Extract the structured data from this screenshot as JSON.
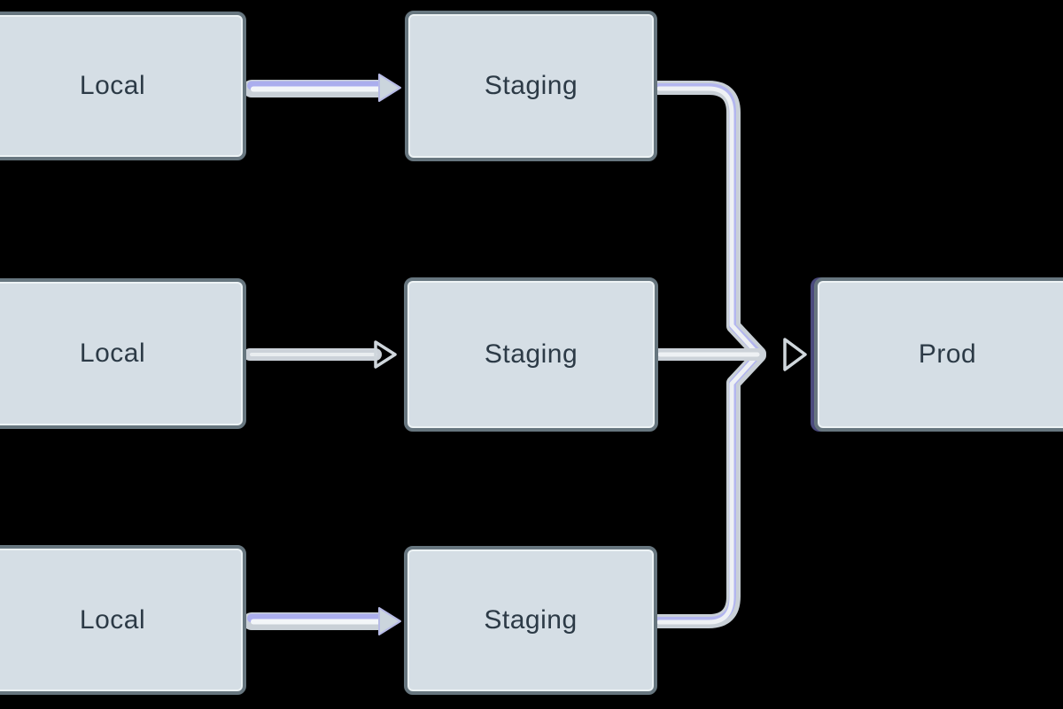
{
  "diagram": {
    "type": "flowchart",
    "direction": "left-to-right",
    "background": "#000000",
    "nodes": [
      {
        "id": "local-1",
        "label": "Local",
        "row": 1,
        "column": 1
      },
      {
        "id": "staging-1",
        "label": "Staging",
        "row": 1,
        "column": 2
      },
      {
        "id": "local-2",
        "label": "Local",
        "row": 2,
        "column": 1
      },
      {
        "id": "staging-2",
        "label": "Staging",
        "row": 2,
        "column": 2
      },
      {
        "id": "prod",
        "label": "Prod",
        "row": 2,
        "column": 3
      },
      {
        "id": "local-3",
        "label": "Local",
        "row": 3,
        "column": 1
      },
      {
        "id": "staging-3",
        "label": "Staging",
        "row": 3,
        "column": 2
      }
    ],
    "edges": [
      {
        "from": "local-1",
        "to": "staging-1"
      },
      {
        "from": "local-2",
        "to": "staging-2"
      },
      {
        "from": "local-3",
        "to": "staging-3"
      },
      {
        "from": "staging-1",
        "to": "prod"
      },
      {
        "from": "staging-2",
        "to": "prod"
      },
      {
        "from": "staging-3",
        "to": "prod"
      }
    ],
    "colors": {
      "node_fill": "#d5dee5",
      "node_border": "#67767f",
      "node_inner_highlight": "#eef3f6",
      "node_text": "#2c3a46",
      "prod_left_accent": "#4a4a7d",
      "pipe_gray": "#c9d0d7",
      "pipe_lavender": "#abaeee",
      "pipe_white": "#f3f6f9",
      "background": "#000000"
    }
  }
}
